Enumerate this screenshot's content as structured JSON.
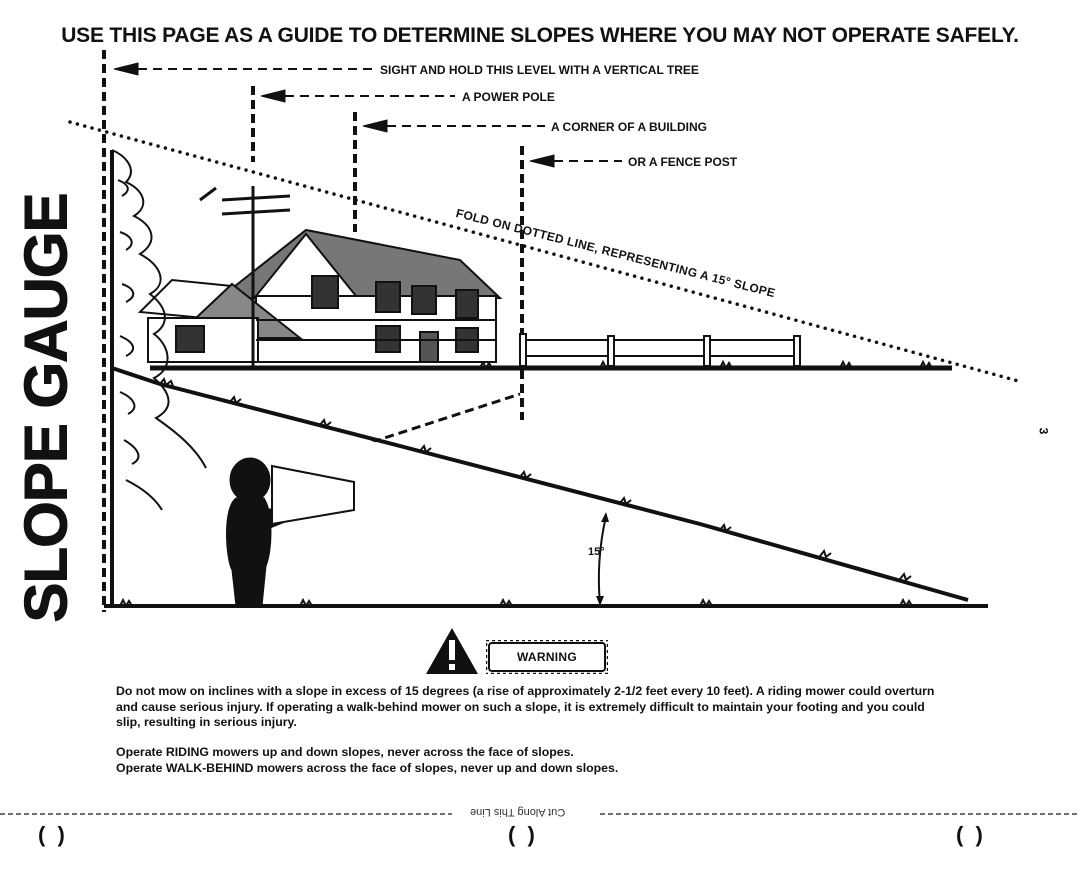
{
  "heading": "USE THIS PAGE AS A GUIDE TO DETERMINE SLOPES WHERE YOU MAY NOT OPERATE SAFELY.",
  "side_title": "SLOPE GAUGE",
  "sight_labels": {
    "tree": "SIGHT AND HOLD THIS LEVEL WITH A VERTICAL TREE",
    "pole": "A POWER POLE",
    "building": "A CORNER OF A BUILDING",
    "fence": "OR A FENCE POST"
  },
  "fold_label": "FOLD ON DOTTED LINE, REPRESENTING A 15° SLOPE",
  "angle_label": "15°",
  "page_number": "3",
  "warning_label": "WARNING",
  "paragraphs": [
    "Do not mow on inclines with a slope in excess of 15 degrees (a rise of approximately 2-1/2 feet every 10 feet). A riding mower could overturn and cause serious injury. If operating a walk-behind mower on such a slope, it is extremely difficult to maintain your footing and you could slip, resulting in serious injury.",
    "Operate RIDING mowers up and down slopes, never across the face of slopes.",
    "Operate WALK-BEHIND mowers across the face of slopes, never up and down slopes."
  ],
  "cut_label": "Cut Along This Line",
  "chart_data": {
    "type": "diagram",
    "angle_degrees": 15
  }
}
